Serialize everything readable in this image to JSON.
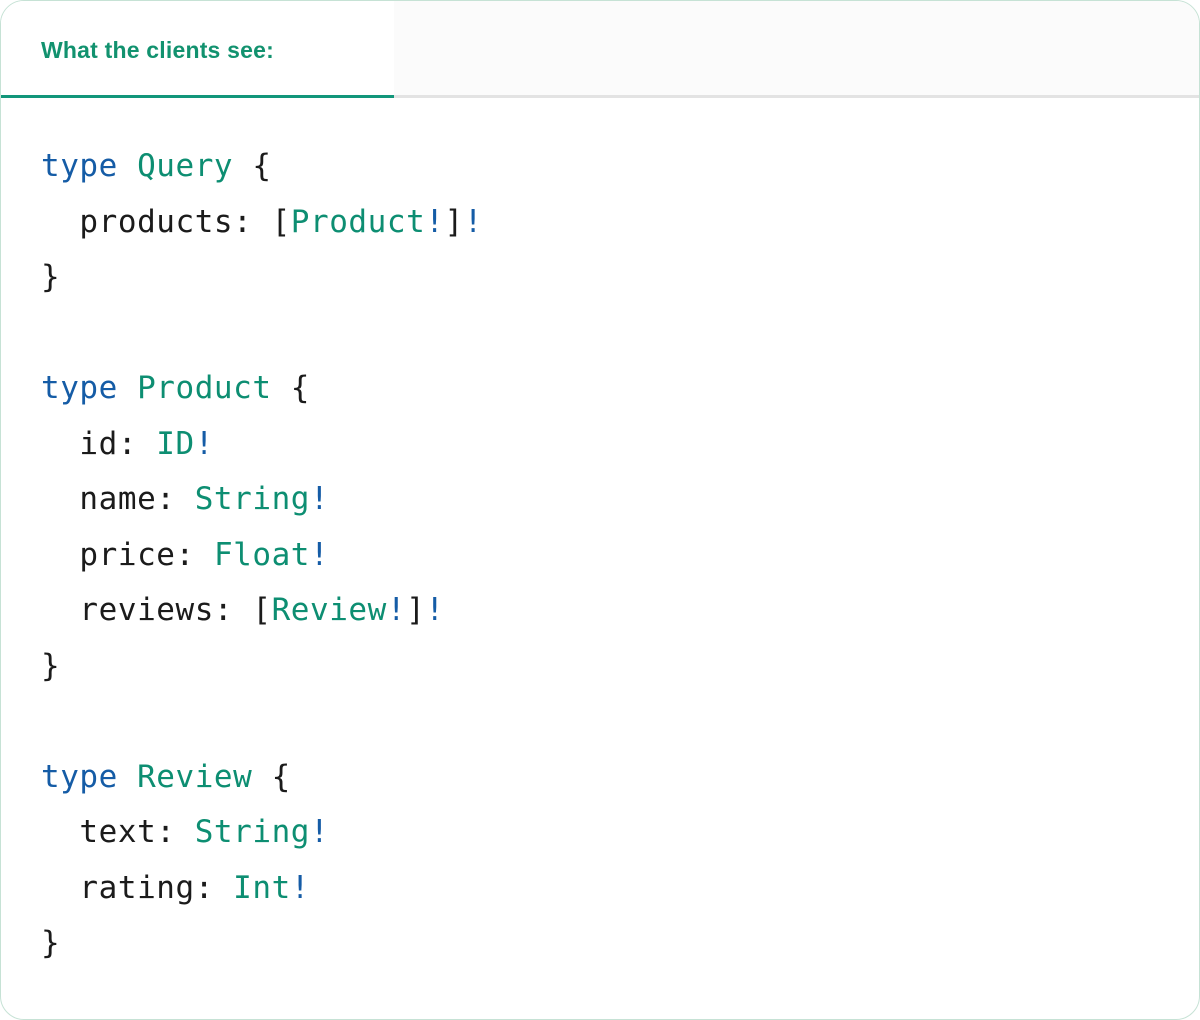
{
  "tabbar": {
    "active_tab_label": "What the clients see:"
  },
  "colors": {
    "keyword_blue": "#155CA6",
    "typename_teal": "#0D8E72",
    "plain_text": "#1B1B1B",
    "tab_label_green": "#12926F",
    "active_underline_green": "#12967A",
    "inactive_underline_gray": "#E3E3E3",
    "card_border_green": "#C6E2D5",
    "tab_strip_bg": "#FBFBFB",
    "card_bg": "#FFFFFF"
  },
  "code": {
    "language": "graphql",
    "lines": [
      [
        {
          "text": "type",
          "style": "keyword"
        },
        {
          "text": " ",
          "style": "plain"
        },
        {
          "text": "Query",
          "style": "typename"
        },
        {
          "text": " {",
          "style": "plain"
        }
      ],
      [
        {
          "text": "  products: [",
          "style": "plain"
        },
        {
          "text": "Product",
          "style": "typename"
        },
        {
          "text": "!",
          "style": "bang"
        },
        {
          "text": "]",
          "style": "plain"
        },
        {
          "text": "!",
          "style": "bang"
        }
      ],
      [
        {
          "text": "}",
          "style": "plain"
        }
      ],
      [],
      [
        {
          "text": "type",
          "style": "keyword"
        },
        {
          "text": " ",
          "style": "plain"
        },
        {
          "text": "Product",
          "style": "typename"
        },
        {
          "text": " {",
          "style": "plain"
        }
      ],
      [
        {
          "text": "  id: ",
          "style": "plain"
        },
        {
          "text": "ID",
          "style": "typename"
        },
        {
          "text": "!",
          "style": "bang"
        }
      ],
      [
        {
          "text": "  name: ",
          "style": "plain"
        },
        {
          "text": "String",
          "style": "typename"
        },
        {
          "text": "!",
          "style": "bang"
        }
      ],
      [
        {
          "text": "  price: ",
          "style": "plain"
        },
        {
          "text": "Float",
          "style": "typename"
        },
        {
          "text": "!",
          "style": "bang"
        }
      ],
      [
        {
          "text": "  reviews: [",
          "style": "plain"
        },
        {
          "text": "Review",
          "style": "typename"
        },
        {
          "text": "!",
          "style": "bang"
        },
        {
          "text": "]",
          "style": "plain"
        },
        {
          "text": "!",
          "style": "bang"
        }
      ],
      [
        {
          "text": "}",
          "style": "plain"
        }
      ],
      [],
      [
        {
          "text": "type",
          "style": "keyword"
        },
        {
          "text": " ",
          "style": "plain"
        },
        {
          "text": "Review",
          "style": "typename"
        },
        {
          "text": " {",
          "style": "plain"
        }
      ],
      [
        {
          "text": "  text: ",
          "style": "plain"
        },
        {
          "text": "String",
          "style": "typename"
        },
        {
          "text": "!",
          "style": "bang"
        }
      ],
      [
        {
          "text": "  rating: ",
          "style": "plain"
        },
        {
          "text": "Int",
          "style": "typename"
        },
        {
          "text": "!",
          "style": "bang"
        }
      ],
      [
        {
          "text": "}",
          "style": "plain"
        }
      ]
    ]
  }
}
